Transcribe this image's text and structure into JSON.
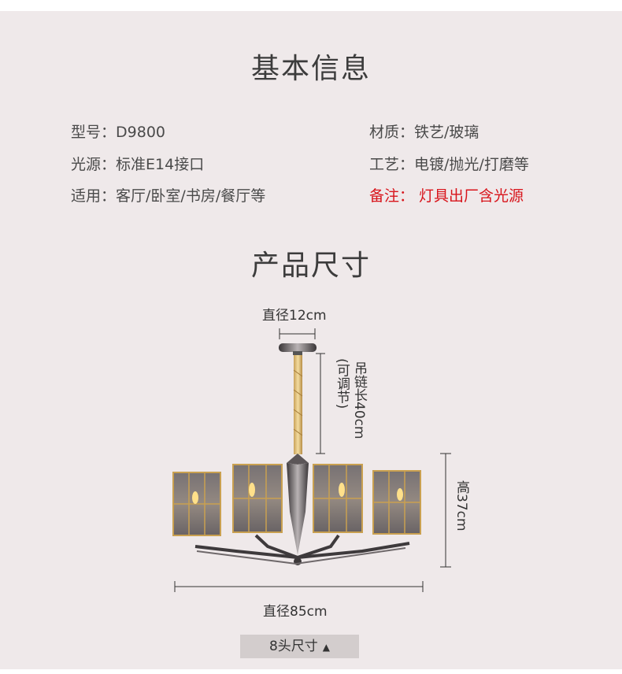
{
  "basic_info": {
    "title": "基本信息",
    "left_specs": [
      {
        "label": "型号：",
        "value": "D9800"
      },
      {
        "label": "光源：",
        "value": "标准E14接口"
      },
      {
        "label": "适用：",
        "value": "客厅/卧室/书房/餐厅等"
      }
    ],
    "right_specs": [
      {
        "label": "材质：",
        "value": "铁艺/玻璃"
      },
      {
        "label": "工艺：",
        "value": "电镀/抛光/打磨等"
      },
      {
        "label": "备注：",
        "value": "灯具出厂含光源"
      }
    ],
    "note_color": "#d8141b"
  },
  "product_size": {
    "title": "产品尺寸",
    "top_diameter": "直径12cm",
    "chain_length": "吊链长40cm",
    "chain_adjustable": "(可调节)",
    "height": "高37cm",
    "diameter": "直径85cm",
    "variant_tab": "8头尺寸",
    "tab_arrow": "▲"
  }
}
